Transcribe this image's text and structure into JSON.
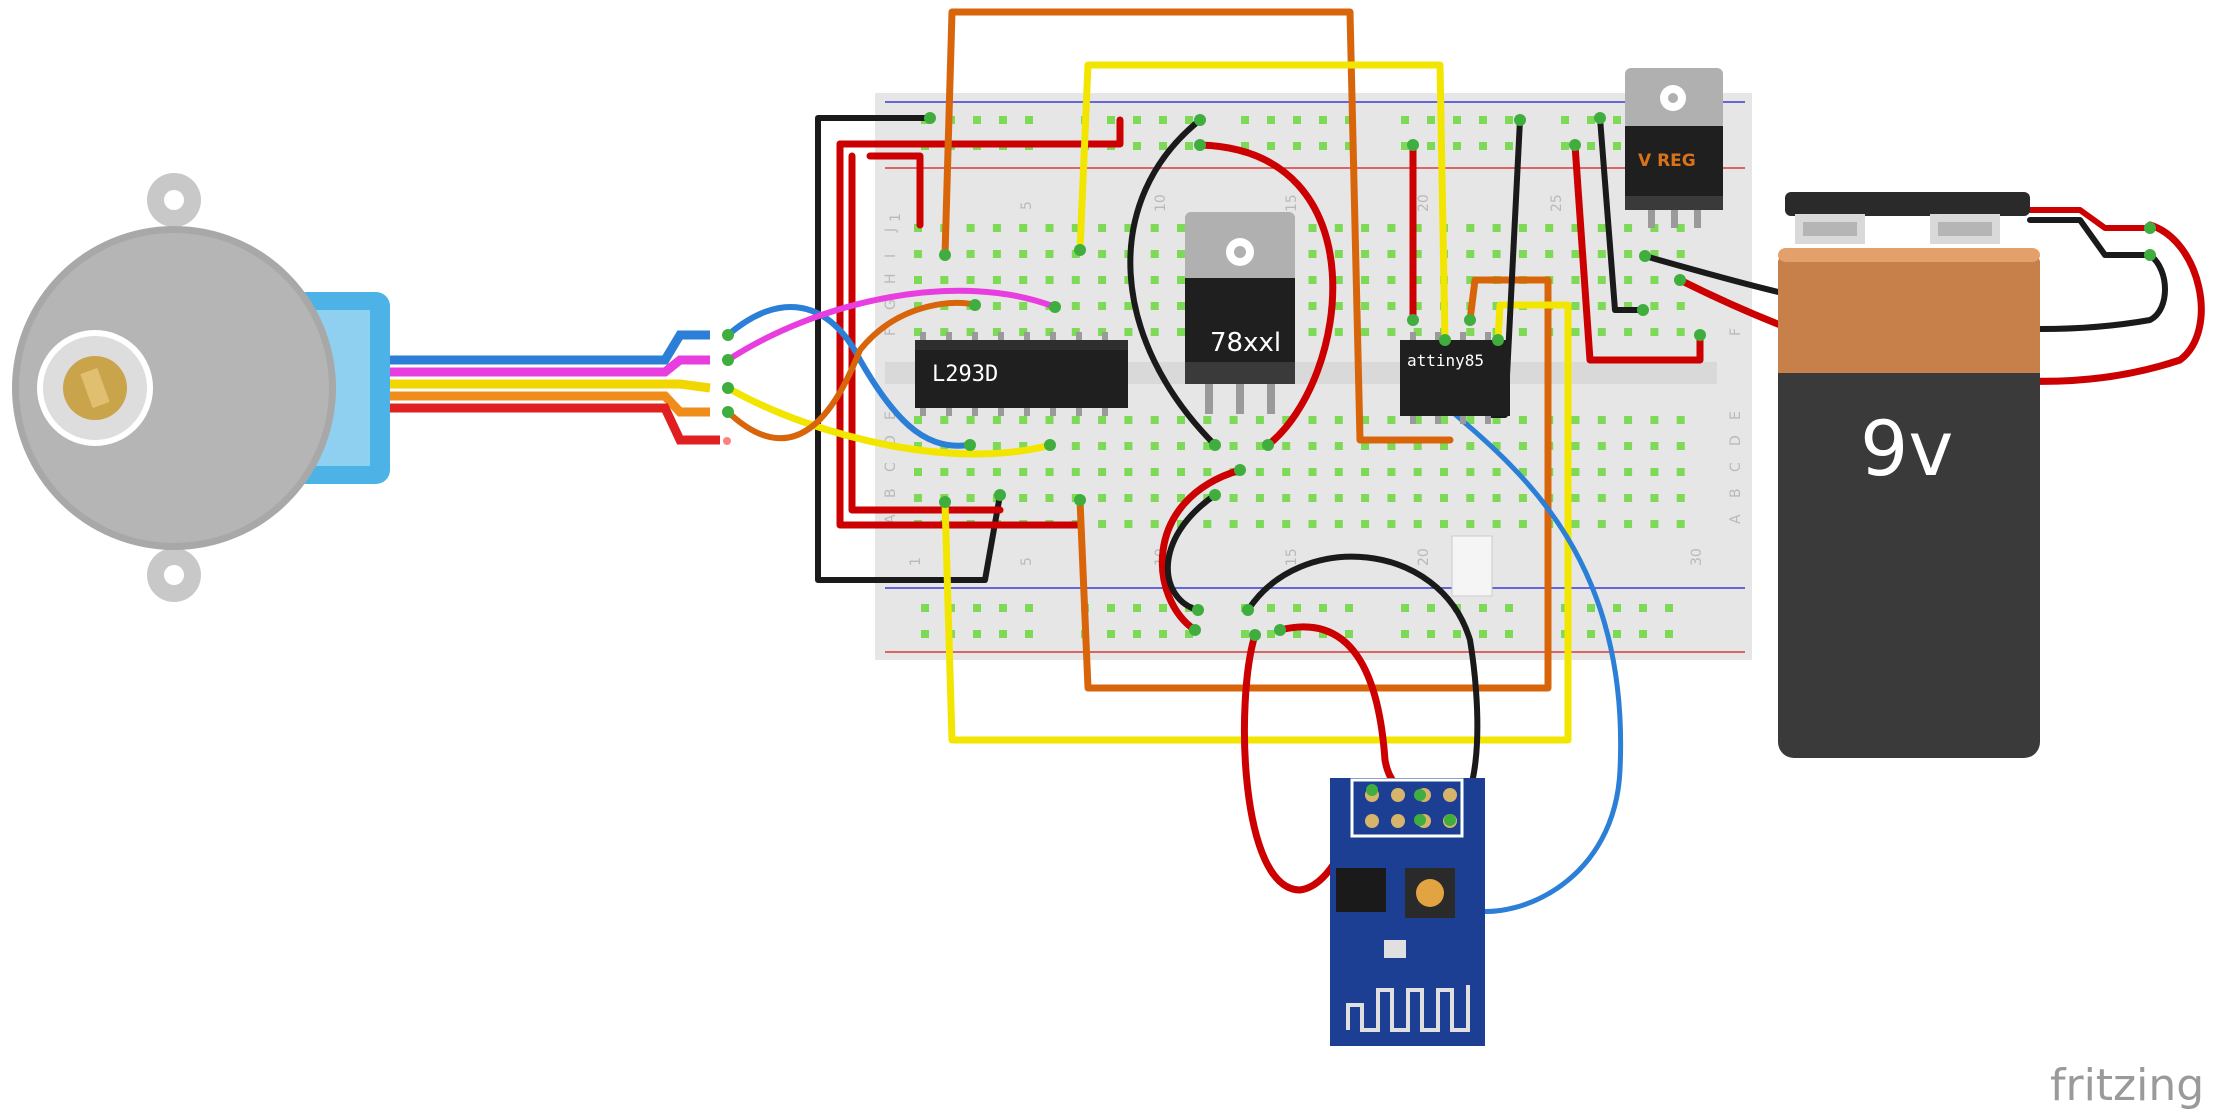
{
  "chips": {
    "driver": "L293D",
    "mcu": "attiny85",
    "regulator_main": "78xxl",
    "regulator_small": "V REG"
  },
  "battery": {
    "label": "9v"
  },
  "breadboard": {
    "column_numbers": [
      "1",
      "5",
      "10",
      "15",
      "20",
      "25",
      "30"
    ],
    "row_letters_top": [
      "J",
      "I",
      "H",
      "G",
      "F"
    ],
    "row_letters_bottom": [
      "E",
      "D",
      "C",
      "B",
      "A"
    ]
  },
  "branding": {
    "logo_text": "fritzing"
  },
  "colors": {
    "wire_red": "#cc0000",
    "wire_black": "#1a1a1a",
    "wire_yellow": "#f2e600",
    "wire_orange": "#d9650b",
    "wire_blue": "#2b7fd6",
    "wire_magenta": "#e83ee0",
    "breadboard": "#e6e6e6",
    "hole_green": "#7ed957",
    "esp_board": "#1c3f94",
    "battery_body": "#3a3a3a",
    "battery_cap": "#c8804a"
  }
}
